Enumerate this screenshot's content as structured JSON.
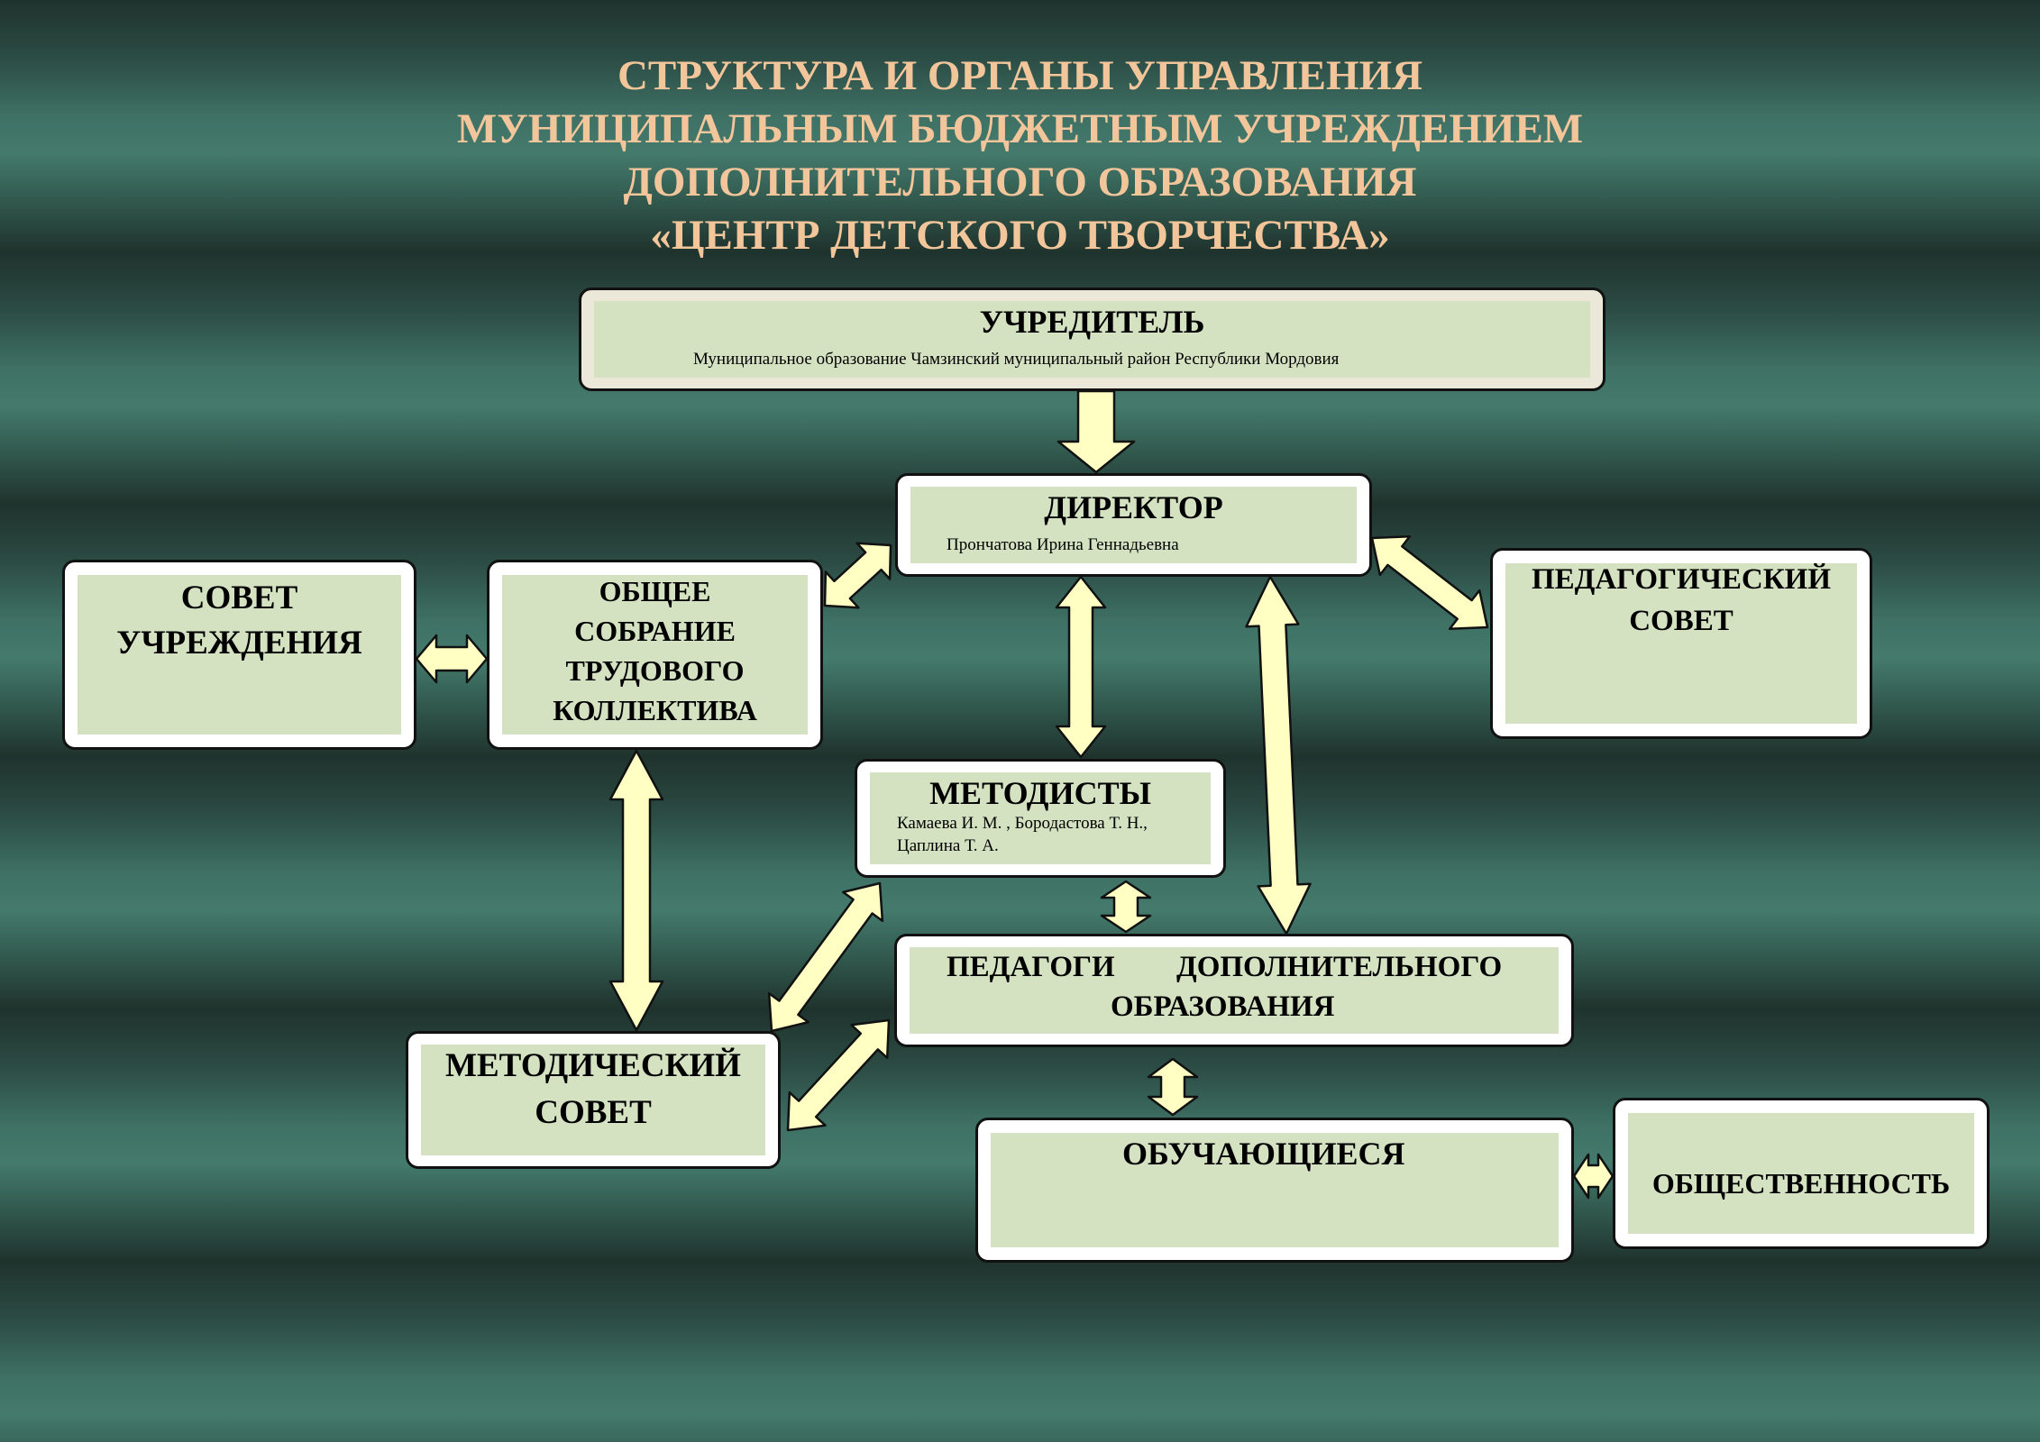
{
  "title": {
    "line1": "СТРУКТУРА И ОРГАНЫ УПРАВЛЕНИЯ",
    "line2": "МУНИЦИПАЛЬНЫМ БЮДЖЕТНЫМ УЧРЕЖДЕНИЕМ",
    "line3": "ДОПОЛНИТЕЛЬНОГО ОБРАЗОВАНИЯ",
    "line4": "«ЦЕНТР ДЕТСКОГО ТВОРЧЕСТВА»"
  },
  "colors": {
    "title": "#f2c59a",
    "box_fill": "#d5e2c1",
    "arrow_fill": "#ffffc4"
  },
  "nodes": {
    "founder": {
      "title": "УЧРЕДИТЕЛЬ",
      "subtitle": "Муниципальное образование Чамзинский муниципальный район Республики Мордовия"
    },
    "director": {
      "title": "ДИРЕКТОР",
      "subtitle": "Прончатова Ирина Геннадьевна"
    },
    "council": {
      "line1": "СОВЕТ",
      "line2": "УЧРЕЖДЕНИЯ"
    },
    "assembly": {
      "line1": "ОБЩЕЕ",
      "line2": "СОБРАНИЕ",
      "line3": "ТРУДОВОГО",
      "line4": "КОЛЛЕКТИВА"
    },
    "ped_council": {
      "line1": "ПЕДАГОГИЧЕСКИЙ",
      "line2": "СОВЕТ"
    },
    "methodists": {
      "title": "МЕТОДИСТЫ",
      "subtitle1": "Камаева И. М. , Бородастова Т. Н.,",
      "subtitle2": "Цаплина Т. А."
    },
    "teachers": {
      "word1": "ПЕДАГОГИ",
      "word2": "ДОПОЛНИТЕЛЬНОГО",
      "line2": "ОБРАЗОВАНИЯ"
    },
    "method_council": {
      "line1": "МЕТОДИЧЕСКИЙ",
      "line2": "СОВЕТ"
    },
    "students": {
      "title": "ОБУЧАЮЩИЕСЯ"
    },
    "public": {
      "title": "ОБЩЕСТВЕННОСТЬ"
    }
  }
}
